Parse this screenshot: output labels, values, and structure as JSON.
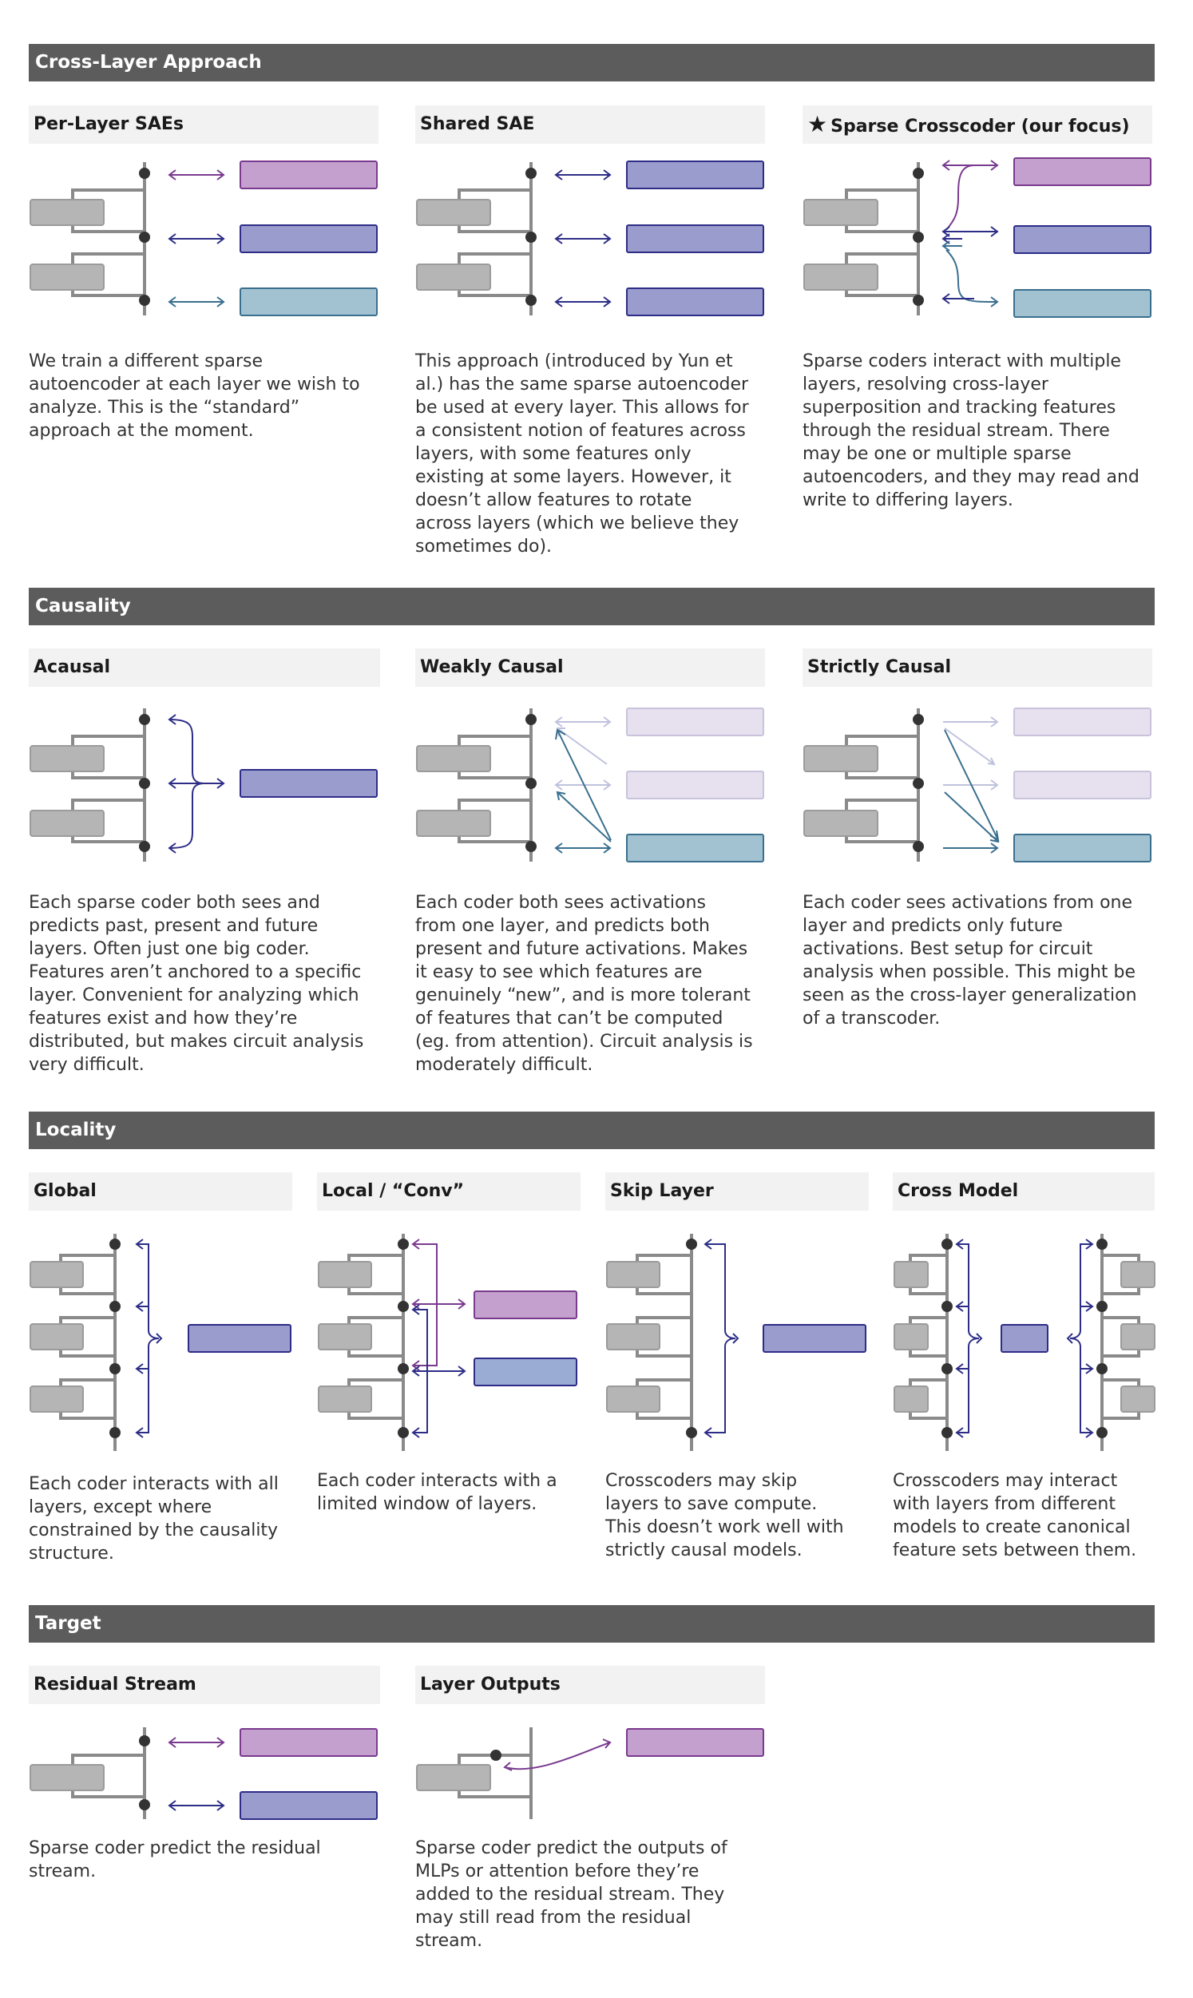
{
  "sections": {
    "cross_layer": {
      "title": "Cross-Layer Approach",
      "per_layer": {
        "title": "Per-Layer SAEs",
        "desc": "We train a different sparse\nautoencoder at each layer we wish to\nanalyze. This is the “standard”\napproach at the moment."
      },
      "shared": {
        "title": "Shared SAE",
        "desc": "This approach (introduced by Yun et\nal.) has the same sparse autoencoder\nbe used at every layer. This allows for\na consistent notion of features across\nlayers, with some features only\nexisting at some layers. However, it\ndoesn’t allow features to rotate\nacross layers (which we believe they\nsometimes do)."
      },
      "crosscoder": {
        "title": "Sparse Crosscoder (our focus)",
        "star": "★",
        "desc": "Sparse coders interact with multiple\nlayers, resolving cross-layer\nsuperposition and tracking features\nthrough the residual stream. There\nmay be one or multiple sparse\nautoencoders, and they may read and\nwrite to differing layers."
      }
    },
    "causality": {
      "title": "Causality",
      "acausal": {
        "title": "Acausal",
        "desc": "Each sparse coder both sees and\npredicts past, present and future\nlayers. Often just one big coder.\nFeatures aren’t anchored to a specific\nlayer. Convenient for analyzing which\nfeatures exist and how they’re\ndistributed, but makes circuit analysis\nvery difficult."
      },
      "weakly": {
        "title": "Weakly Causal",
        "desc": "Each coder both sees activations\nfrom one layer, and predicts both\npresent and future activations. Makes\nit easy to see which features are\ngenuinely “new”, and is more tolerant\nof features that can’t be computed\n(eg. from attention). Circuit analysis is\nmoderately difficult."
      },
      "strictly": {
        "title": "Strictly Causal",
        "desc": "Each coder sees activations from one\nlayer and predicts only future\nactivations. Best setup for circuit\nanalysis when possible. This might be\nseen as the cross-layer generalization\nof a transcoder."
      }
    },
    "locality": {
      "title": "Locality",
      "global": {
        "title": "Global",
        "desc": "Each coder interacts with all\nlayers, except where\nconstrained by the causality\nstructure."
      },
      "local": {
        "title": "Local / “Conv”",
        "desc": "Each coder interacts with a\nlimited window of layers."
      },
      "skip": {
        "title": "Skip Layer",
        "desc": "Crosscoders may skip\nlayers to save compute.\nThis doesn’t work well with\nstrictly causal models."
      },
      "cross_model": {
        "title": "Cross Model",
        "desc": "Crosscoders may interact\nwith layers from different\nmodels to create canonical\nfeature sets between them."
      }
    },
    "target": {
      "title": "Target",
      "residual": {
        "title": "Residual Stream",
        "desc": "Sparse coder predict the residual\nstream."
      },
      "outputs": {
        "title": "Layer Outputs",
        "desc": "Sparse coder predict the outputs of\nMLPs or attention before they’re\nadded to the residual stream. They\nmay still read from the residual\nstream."
      }
    }
  },
  "colors": {
    "band": "#5c5c5c",
    "title_bg": "#f2f2f2",
    "block": "#b5b5b5",
    "stream": "#8a8a8a",
    "dot": "#333333",
    "purple": "#7a3a8f",
    "purple_fill": "#c3a0cd",
    "blue": "#2d2d87",
    "blue_fill": "#9a9ccd",
    "teal": "#3a6f8e",
    "teal_fill": "#a3c2d1",
    "faded_fill": "#e6e0ef",
    "faded": "#bfc2dd"
  }
}
